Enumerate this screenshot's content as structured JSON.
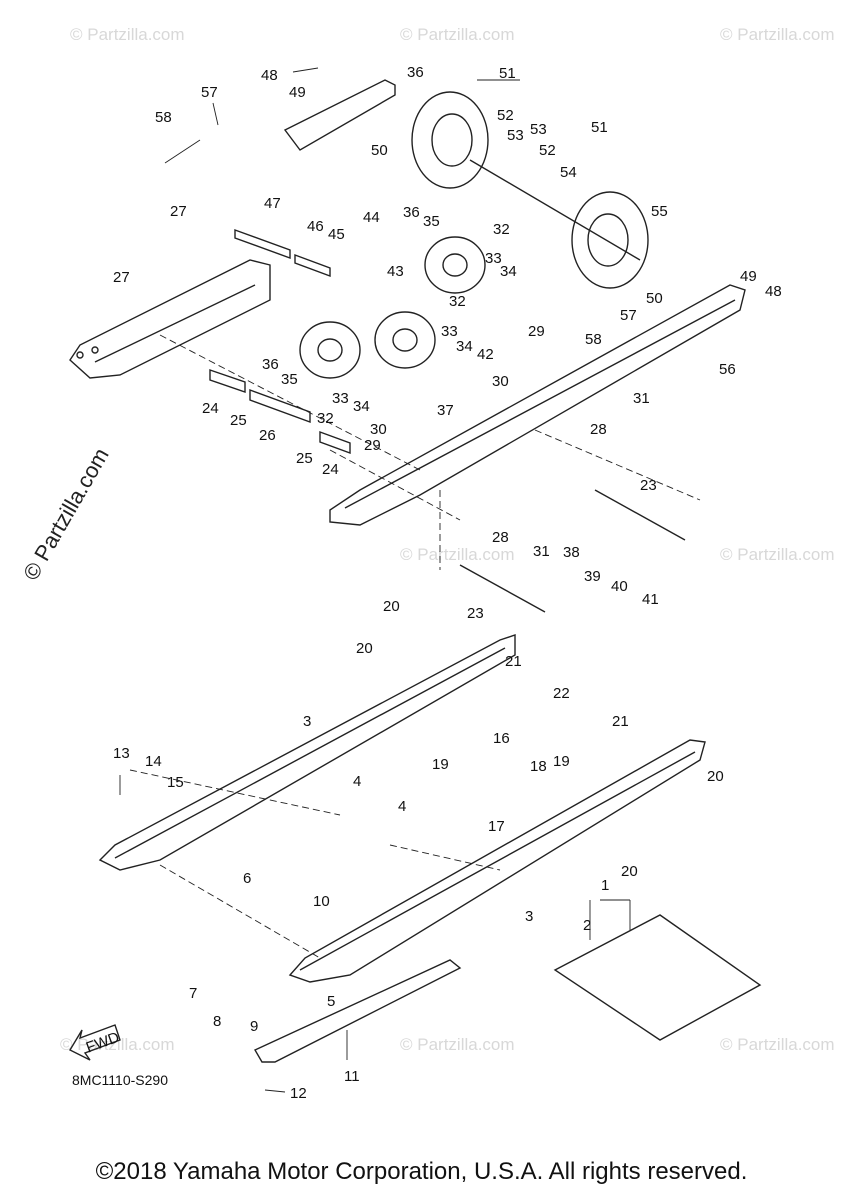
{
  "watermark": "© Partzilla.com",
  "side_watermark": "© Partzilla.com",
  "diagram_code": "8MC1110-S290",
  "footer": "©2018 Yamaha Motor Corporation, U.S.A. All rights reserved.",
  "fwd_label": "FWD",
  "callouts": [
    "1",
    "2",
    "3",
    "3",
    "4",
    "4",
    "5",
    "6",
    "7",
    "8",
    "9",
    "10",
    "11",
    "12",
    "13",
    "14",
    "15",
    "16",
    "17",
    "18",
    "19",
    "19",
    "20",
    "20",
    "20",
    "20",
    "21",
    "21",
    "22",
    "23",
    "23",
    "24",
    "24",
    "25",
    "25",
    "26",
    "27",
    "27",
    "28",
    "28",
    "29",
    "29",
    "30",
    "30",
    "31",
    "31",
    "32",
    "32",
    "32",
    "33",
    "33",
    "33",
    "34",
    "34",
    "34",
    "35",
    "35",
    "36",
    "36",
    "36",
    "37",
    "38",
    "39",
    "40",
    "41",
    "42",
    "43",
    "44",
    "45",
    "46",
    "47",
    "48",
    "48",
    "49",
    "49",
    "50",
    "50",
    "51",
    "51",
    "52",
    "52",
    "53",
    "53",
    "54",
    "55",
    "56",
    "57",
    "57",
    "58",
    "58"
  ]
}
